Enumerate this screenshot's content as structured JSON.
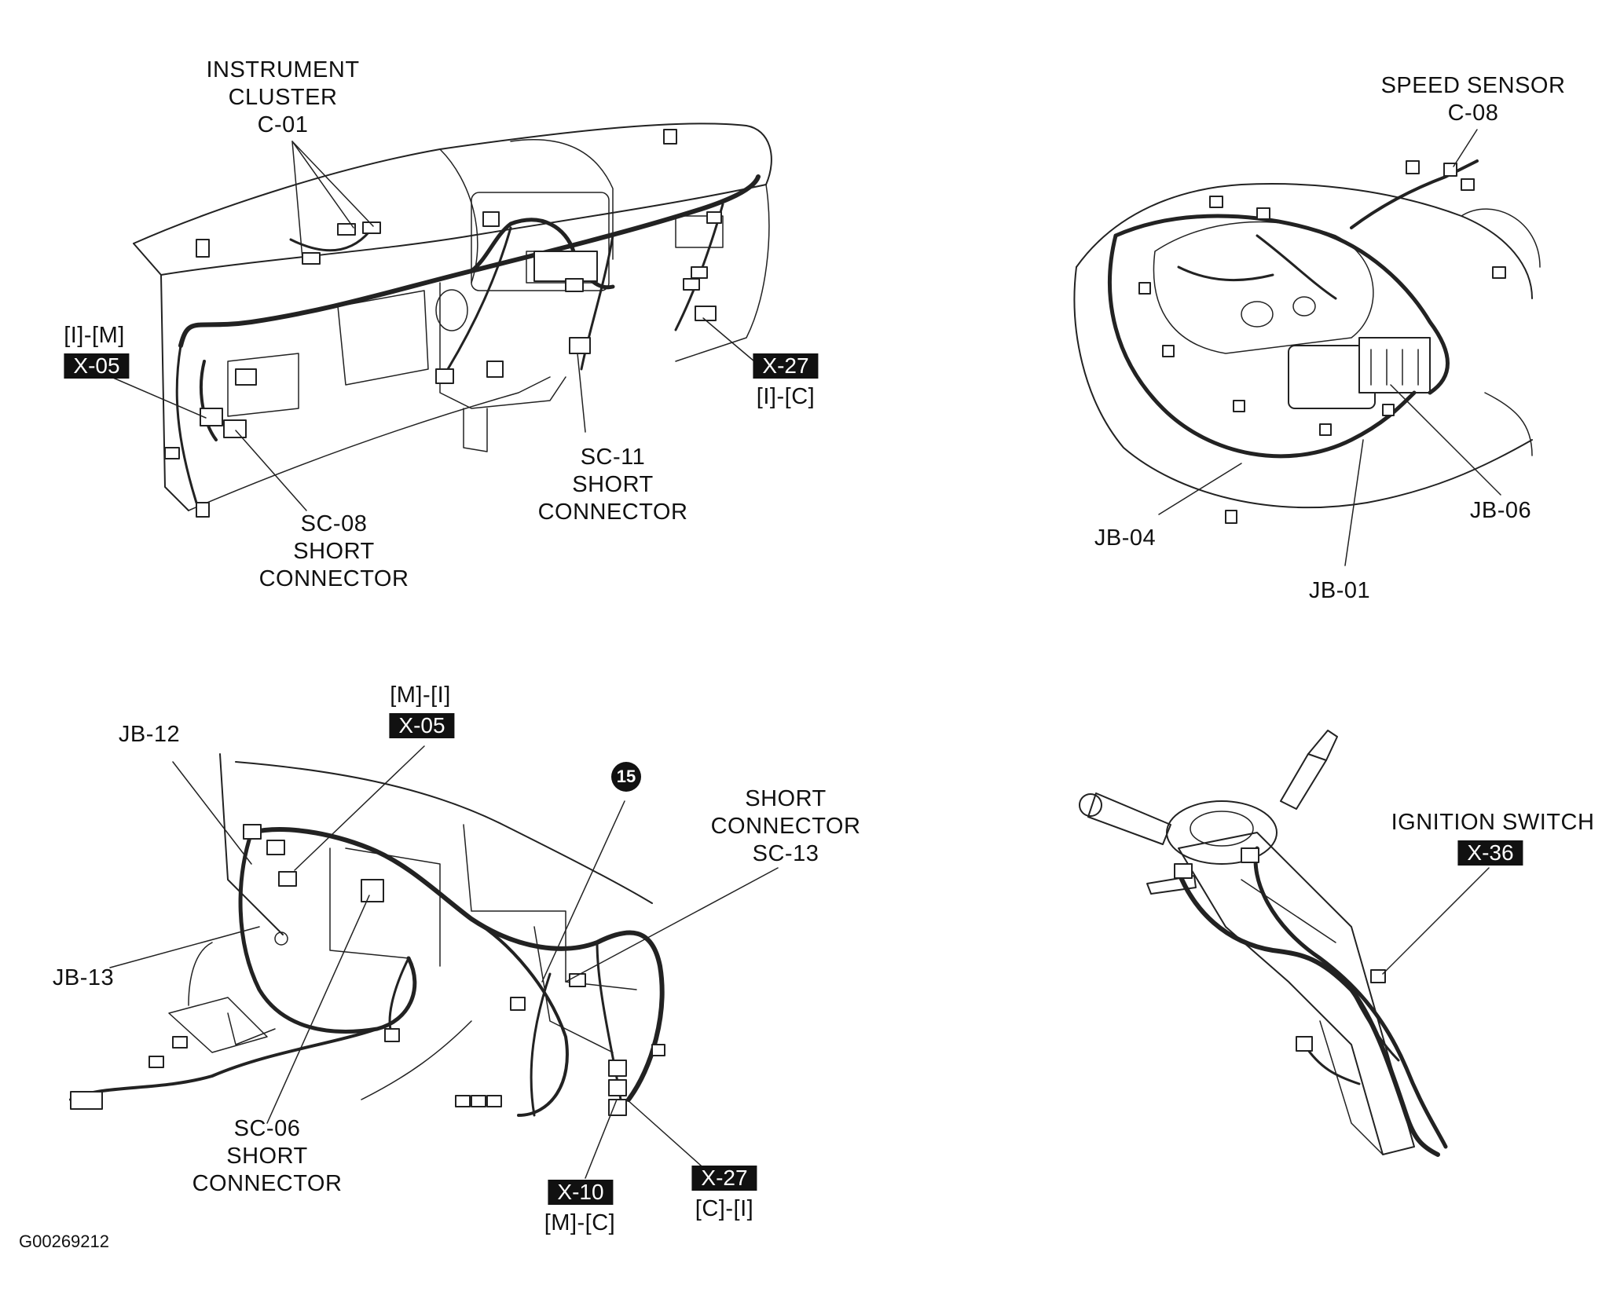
{
  "figure_id": "G00269212",
  "panels": {
    "instrument_panel": {
      "instrument_cluster": [
        "INSTRUMENT",
        "CLUSTER",
        "C-01"
      ],
      "x05_route": "[I]-[M]",
      "x05_tag": "X-05",
      "x27_tag": "X-27",
      "x27_route": "[I]-[C]",
      "sc11": [
        "SC-11",
        "SHORT",
        "CONNECTOR"
      ],
      "sc08": [
        "SC-08",
        "SHORT",
        "CONNECTOR"
      ]
    },
    "engine_bay": {
      "speed_sensor": [
        "SPEED SENSOR",
        "C-08"
      ],
      "jb04": "JB-04",
      "jb01": "JB-01",
      "jb06": "JB-06"
    },
    "main_harness": {
      "x05_route": "[M]-[I]",
      "x05_tag": "X-05",
      "jb12": "JB-12",
      "jb13": "JB-13",
      "callout": "15",
      "sc13": [
        "SHORT",
        "CONNECTOR",
        "SC-13"
      ],
      "sc06": [
        "SC-06",
        "SHORT",
        "CONNECTOR"
      ],
      "x10_tag": "X-10",
      "x10_route": "[M]-[C]",
      "x27_tag": "X-27",
      "x27_route": "[C]-[I]"
    },
    "steering_column": {
      "ignition_switch": "IGNITION SWITCH",
      "x36_tag": "X-36"
    }
  },
  "colors": {
    "ink": "#111111",
    "paper": "#ffffff",
    "tag_bg": "#111111",
    "tag_text": "#ffffff"
  }
}
